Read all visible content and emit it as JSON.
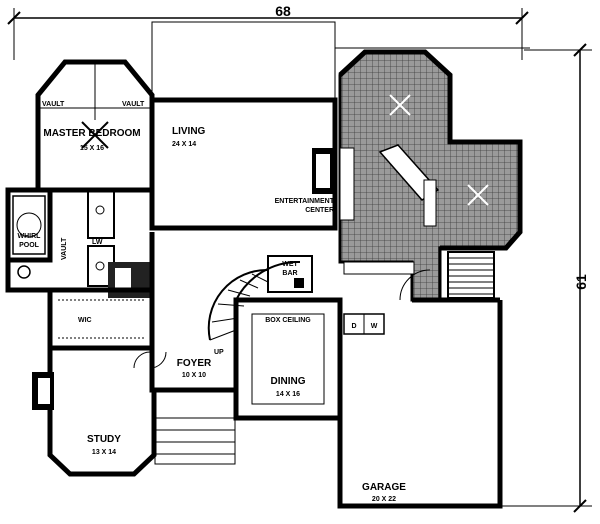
{
  "overall": {
    "width_label": "68",
    "depth_label": "61"
  },
  "rooms": {
    "master": {
      "name": "MASTER BEDROOM",
      "dims": "15 X 16",
      "vault_left": "VAULT",
      "vault_right": "VAULT"
    },
    "living": {
      "name": "LIVING",
      "dims": "24 X 14"
    },
    "entertainment": {
      "line1": "ENTERTAINMENT",
      "line2": "CENTER"
    },
    "whirlpool": {
      "line1": "WHIRL",
      "line2": "POOL"
    },
    "vault_side": "VAULT",
    "linen": "LW",
    "wic": "WIC",
    "wet_bar": {
      "line1": "WET",
      "line2": "BAR"
    },
    "box_ceiling": "BOX CEILING",
    "foyer": {
      "name": "FOYER",
      "dims": "10 X 10"
    },
    "up": "UP",
    "dining": {
      "name": "DINING",
      "dims": "14 X 16"
    },
    "study": {
      "name": "STUDY",
      "dims": "13 X 14"
    },
    "garage": {
      "name": "GARAGE",
      "dims": "20 X 22"
    },
    "washer": "W",
    "dryer": "D"
  }
}
